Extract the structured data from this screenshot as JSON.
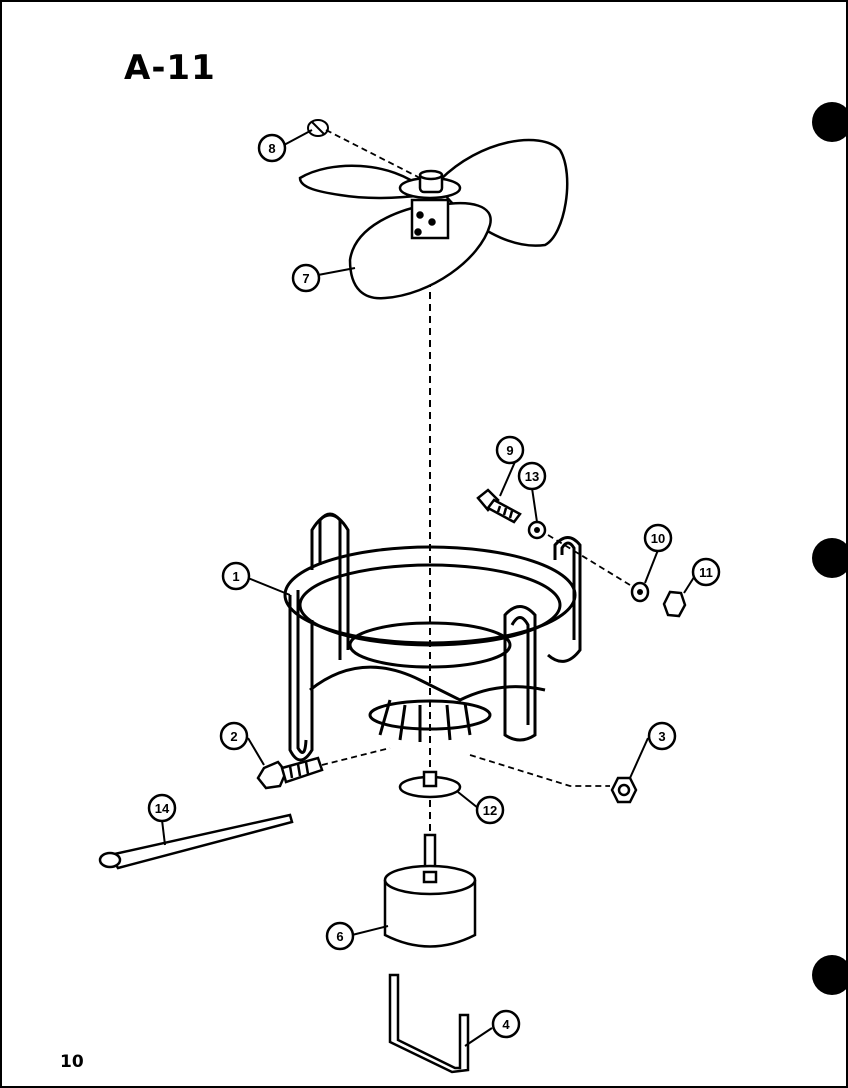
{
  "diagram": {
    "title": "A-11",
    "page_number": "10",
    "callouts": [
      {
        "id": "c1",
        "label": "1"
      },
      {
        "id": "c2",
        "label": "2"
      },
      {
        "id": "c3",
        "label": "3"
      },
      {
        "id": "c4",
        "label": "4"
      },
      {
        "id": "c6",
        "label": "6"
      },
      {
        "id": "c7",
        "label": "7"
      },
      {
        "id": "c8",
        "label": "8"
      },
      {
        "id": "c9",
        "label": "9"
      },
      {
        "id": "c10",
        "label": "10"
      },
      {
        "id": "c11",
        "label": "11"
      },
      {
        "id": "c12",
        "label": "12"
      },
      {
        "id": "c13",
        "label": "13"
      },
      {
        "id": "c14",
        "label": "14"
      }
    ]
  }
}
